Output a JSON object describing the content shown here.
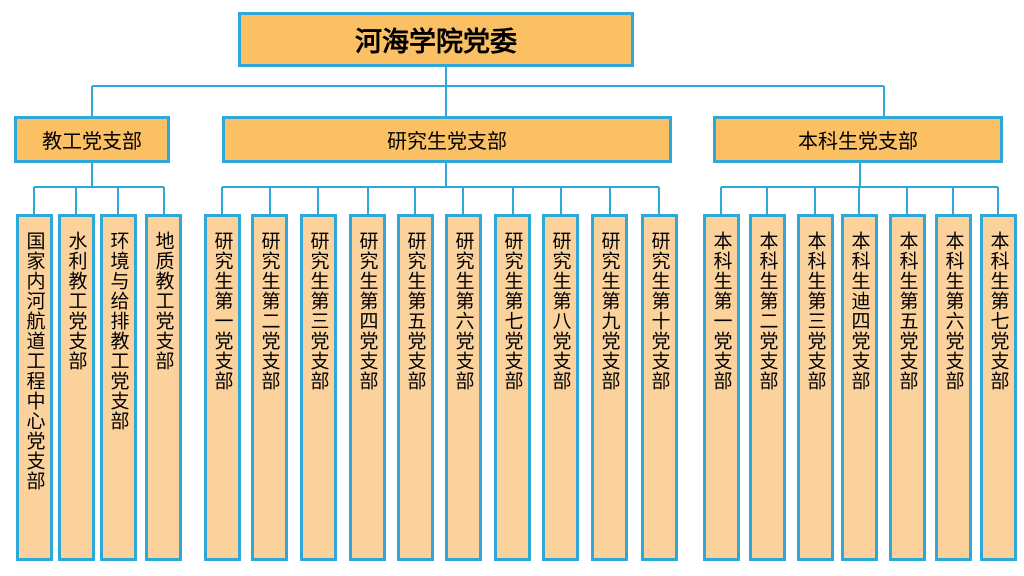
{
  "root": "河海学院党委",
  "branches": [
    {
      "label": "教工党支部",
      "children": [
        "国家内河航道工程中心党支部",
        "水利教工党支部",
        "环境与给排教工党支部",
        "地质教工党支部"
      ]
    },
    {
      "label": "研究生党支部",
      "children": [
        "研究生第一党支部",
        "研究生第二党支部",
        "研究生第三党支部",
        "研究生第四党支部",
        "研究生第五党支部",
        "研究生第六党支部",
        "研究生第七党支部",
        "研究生第八党支部",
        "研究生第九党支部",
        "研究生第十党支部"
      ]
    },
    {
      "label": "本科生党支部",
      "children": [
        "本科生第一党支部",
        "本科生第二党支部",
        "本科生第三党支部",
        "本科生迪四党支部",
        "本科生第五党支部",
        "本科生第六党支部",
        "本科生第七党支部"
      ]
    }
  ],
  "colors": {
    "box_fill": "#FBC064",
    "leaf_fill": "#FCD29C",
    "border": "#2EA8D8",
    "connector": "#2EA8D8"
  }
}
